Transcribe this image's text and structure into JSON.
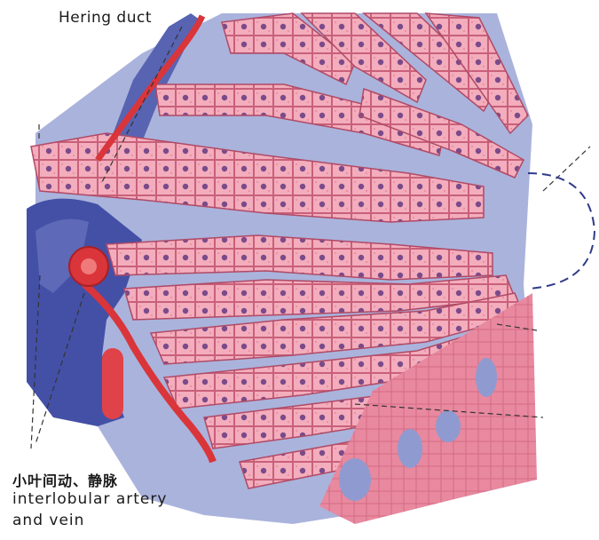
{
  "labels": {
    "hering_duct": "Hering duct",
    "interlobular_cn": "小叶间动、静脉",
    "interlobular_en_line1": "interlobular artery",
    "interlobular_en_line2": "and vein"
  },
  "colors": {
    "background": "#ffffff",
    "hepatocyte_fill": "#f0a7b6",
    "hepatocyte_border": "#c2556f",
    "nucleus": "#7a4a8a",
    "sinusoid_blue": "#9aa6d4",
    "portal_vein_dark": "#3f4aa0",
    "artery_red": "#d9353a",
    "leader_line": "#333333",
    "circle_dashed": "#2f3a8a"
  }
}
